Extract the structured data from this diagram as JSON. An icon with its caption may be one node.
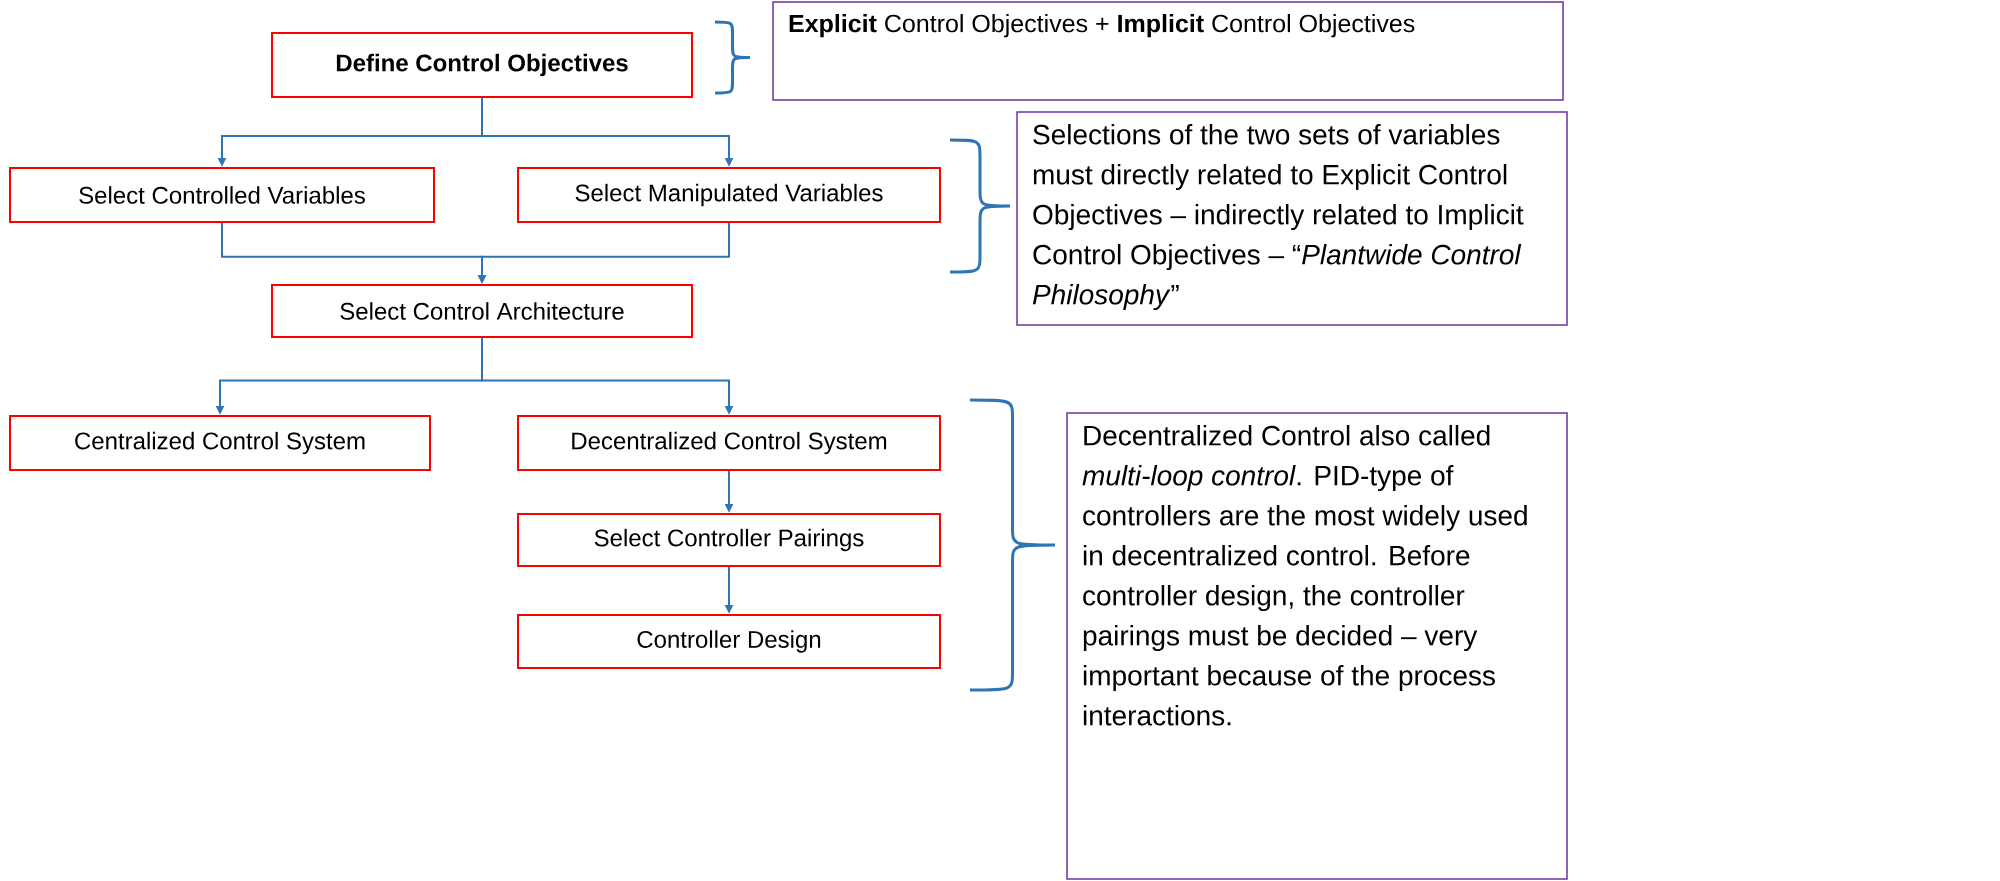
{
  "diagram": {
    "nodes": [
      {
        "text": [
          "Define Control Objectives"
        ]
      },
      {
        "text": [
          "**Explicit** Control Objectives + **Implicit** Control Objectives"
        ]
      },
      {
        "text": [
          "Select Controlled Variables"
        ]
      },
      {
        "text": [
          "Select Manipulated Variables"
        ]
      },
      {
        "text": [
          "Selections of the two sets of variables must directly related to Explicit Control Objectives – indirectly related to Implicit Control Objectives – “*Plantwide Control Philosophy*”"
        ]
      },
      {
        "text": [
          "Select Control Architecture"
        ]
      },
      {
        "text": [
          "Centralized Control System"
        ]
      },
      {
        "text": [
          "Decentralized Control System"
        ]
      },
      {
        "text": [
          "Decentralized Control also called *multi-loop control*. PID-type of controllers are the most widely used in decentralized control. Before controller design, the controller pairings must be decided – very important because of the process interactions."
        ]
      },
      {
        "text": [
          "Select Controller Pairings"
        ]
      },
      {
        "text": [
          "Controller Design"
        ]
      }
    ],
    "edges": [
      {
        "from": 0,
        "to": 2,
        "arrow": "to"
      },
      {
        "from": 0,
        "to": 3,
        "arrow": "to"
      },
      {
        "from": 2,
        "to": 5,
        "arrow": "to"
      },
      {
        "from": 3,
        "to": 5,
        "arrow": "to"
      },
      {
        "from": 5,
        "to": 6,
        "arrow": "to"
      },
      {
        "from": 5,
        "to": 7,
        "arrow": "to"
      },
      {
        "from": 7,
        "to": 9,
        "arrow": "to"
      },
      {
        "from": 9,
        "to": 10,
        "arrow": "to"
      }
    ]
  }
}
